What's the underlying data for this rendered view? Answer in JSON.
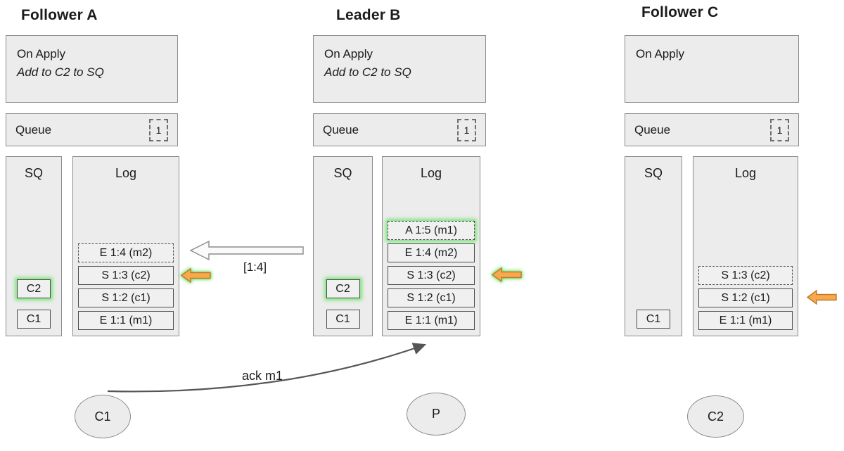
{
  "nodes": [
    {
      "title": "Follower A",
      "on_apply_line1": "On Apply",
      "on_apply_line2": "Add to C2 to SQ",
      "queue_label": "Queue",
      "queue_count": "1",
      "sq_label": "SQ",
      "sq_items": [
        {
          "label": "C2"
        },
        {
          "label": "C1"
        }
      ],
      "log_label": "Log",
      "log_entries": [
        {
          "text": "E 1:4 (m2)"
        },
        {
          "text": "S 1:3 (c2)"
        },
        {
          "text": "S 1:2 (c1)"
        },
        {
          "text": "E 1:1 (m1)"
        }
      ]
    },
    {
      "title": "Leader B",
      "on_apply_line1": "On Apply",
      "on_apply_line2": "Add to C2 to SQ",
      "queue_label": "Queue",
      "queue_count": "1",
      "sq_label": "SQ",
      "sq_items": [
        {
          "label": "C2"
        },
        {
          "label": "C1"
        }
      ],
      "log_label": "Log",
      "log_entries": [
        {
          "text": "A 1:5 (m1)"
        },
        {
          "text": "E 1:4 (m2)"
        },
        {
          "text": "S 1:3 (c2)"
        },
        {
          "text": "S 1:2 (c1)"
        },
        {
          "text": "E 1:1 (m1)"
        }
      ]
    },
    {
      "title": "Follower C",
      "on_apply_line1": "On Apply",
      "queue_label": "Queue",
      "queue_count": "1",
      "sq_label": "SQ",
      "sq_items": [
        {
          "label": "C1"
        }
      ],
      "log_label": "Log",
      "log_entries": [
        {
          "text": "S 1:3 (c2)"
        },
        {
          "text": "S 1:2 (c1)"
        },
        {
          "text": "E 1:1 (m1)"
        }
      ]
    }
  ],
  "labels": {
    "replicate": "[1:4]",
    "ack": "ack m1"
  },
  "actors": [
    {
      "label": "C1"
    },
    {
      "label": "P"
    },
    {
      "label": "C2"
    }
  ],
  "colors": {
    "node_fill": "#ececec",
    "node_border": "#8c8c8c",
    "entry_fill": "#f0f0f0",
    "entry_border": "#4d4d4d",
    "highlight_glow": "#60e260",
    "arrow_orange": "#f9a84e",
    "arrow_orange_border": "#b97c2a",
    "arrow_white": "#fafafa",
    "ack_arrow": "#555555"
  }
}
